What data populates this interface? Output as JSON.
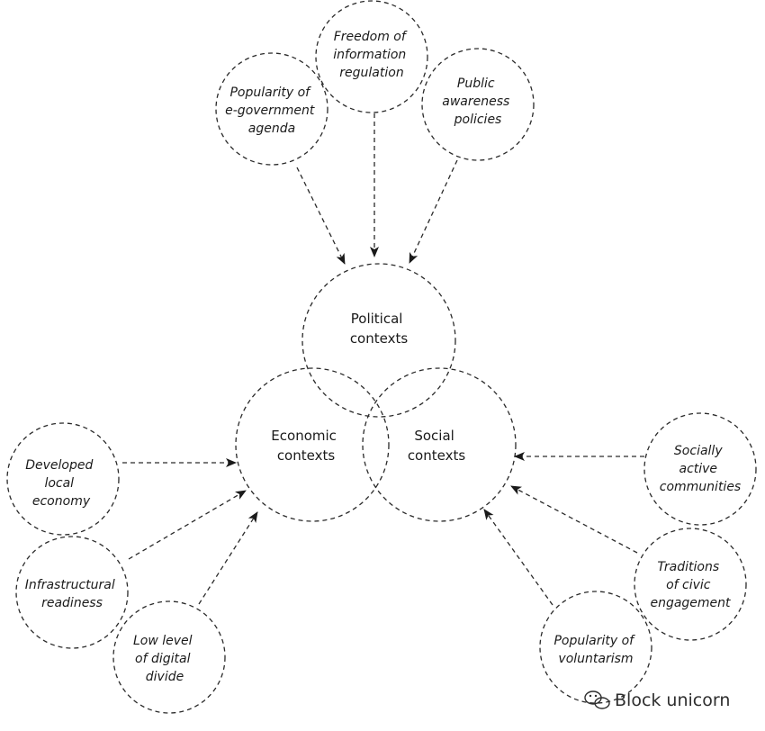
{
  "contexts": {
    "political": [
      "Political",
      "contexts"
    ],
    "economic": [
      "Economic",
      "contexts"
    ],
    "social": [
      "Social",
      "contexts"
    ]
  },
  "factors": {
    "freedom_of_information": [
      "Freedom of",
      "information",
      "regulation"
    ],
    "e_government": [
      "Popularity of",
      "e-government",
      "agenda"
    ],
    "public_awareness": [
      "Public",
      "awareness",
      "policies"
    ],
    "local_economy": [
      "Developed",
      "local",
      "economy"
    ],
    "infrastructure": [
      "Infrastructural",
      "readiness"
    ],
    "digital_divide": [
      "Low level",
      "of digital",
      "divide"
    ],
    "socially_active": [
      "Socially",
      "active",
      "communities"
    ],
    "civic_engagement": [
      "Traditions",
      "of civic",
      "engagement"
    ],
    "voluntarism": [
      "Popularity of",
      "voluntarism"
    ]
  },
  "watermark": {
    "text": "Block unicorn",
    "icon": "wechat-icon"
  }
}
